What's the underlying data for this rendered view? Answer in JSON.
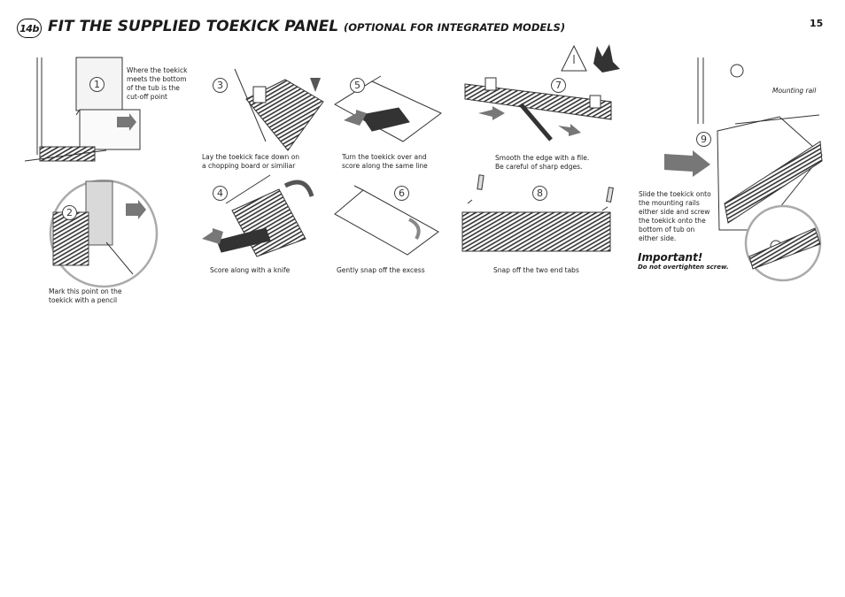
{
  "header": {
    "badge": "14b",
    "title": "FIT THE SUPPLIED TOEKICK PANEL",
    "subtitle": "(OPTIONAL FOR INTEGRATED MODELS)",
    "page_number": "15"
  },
  "steps": {
    "s1": "1",
    "s2": "2",
    "s3": "3",
    "s4": "4",
    "s5": "5",
    "s6": "6",
    "s7": "7",
    "s8": "8",
    "s9": "9"
  },
  "captions": {
    "tub_point": [
      "Where the toekick",
      "meets the bottom",
      "of the tub is the",
      "cut-off point"
    ],
    "mark_point": [
      "Mark this point on the",
      "toekick with a pencil"
    ],
    "lay_face_down": [
      "Lay the toekick face down on",
      "a chopping board or similiar"
    ],
    "score_knife": [
      "Score along with a knife"
    ],
    "turn_over": [
      "Turn the toekick over and",
      "score along the same line"
    ],
    "snap_excess": [
      "Gently snap off the excess"
    ],
    "smooth_file": [
      "Smooth the edge with a file.",
      "Be careful of sharp edges."
    ],
    "snap_tabs": [
      "Snap off the two end tabs"
    ],
    "slide_toekick": [
      "Slide the toekick onto",
      "the mounting rails",
      "either side and screw",
      "the toekick onto the",
      "bottom of tub on",
      "either side."
    ],
    "mounting_rail": "Mounting rail"
  },
  "important": {
    "label": "Important!",
    "note": "Do not overtighten screw."
  }
}
